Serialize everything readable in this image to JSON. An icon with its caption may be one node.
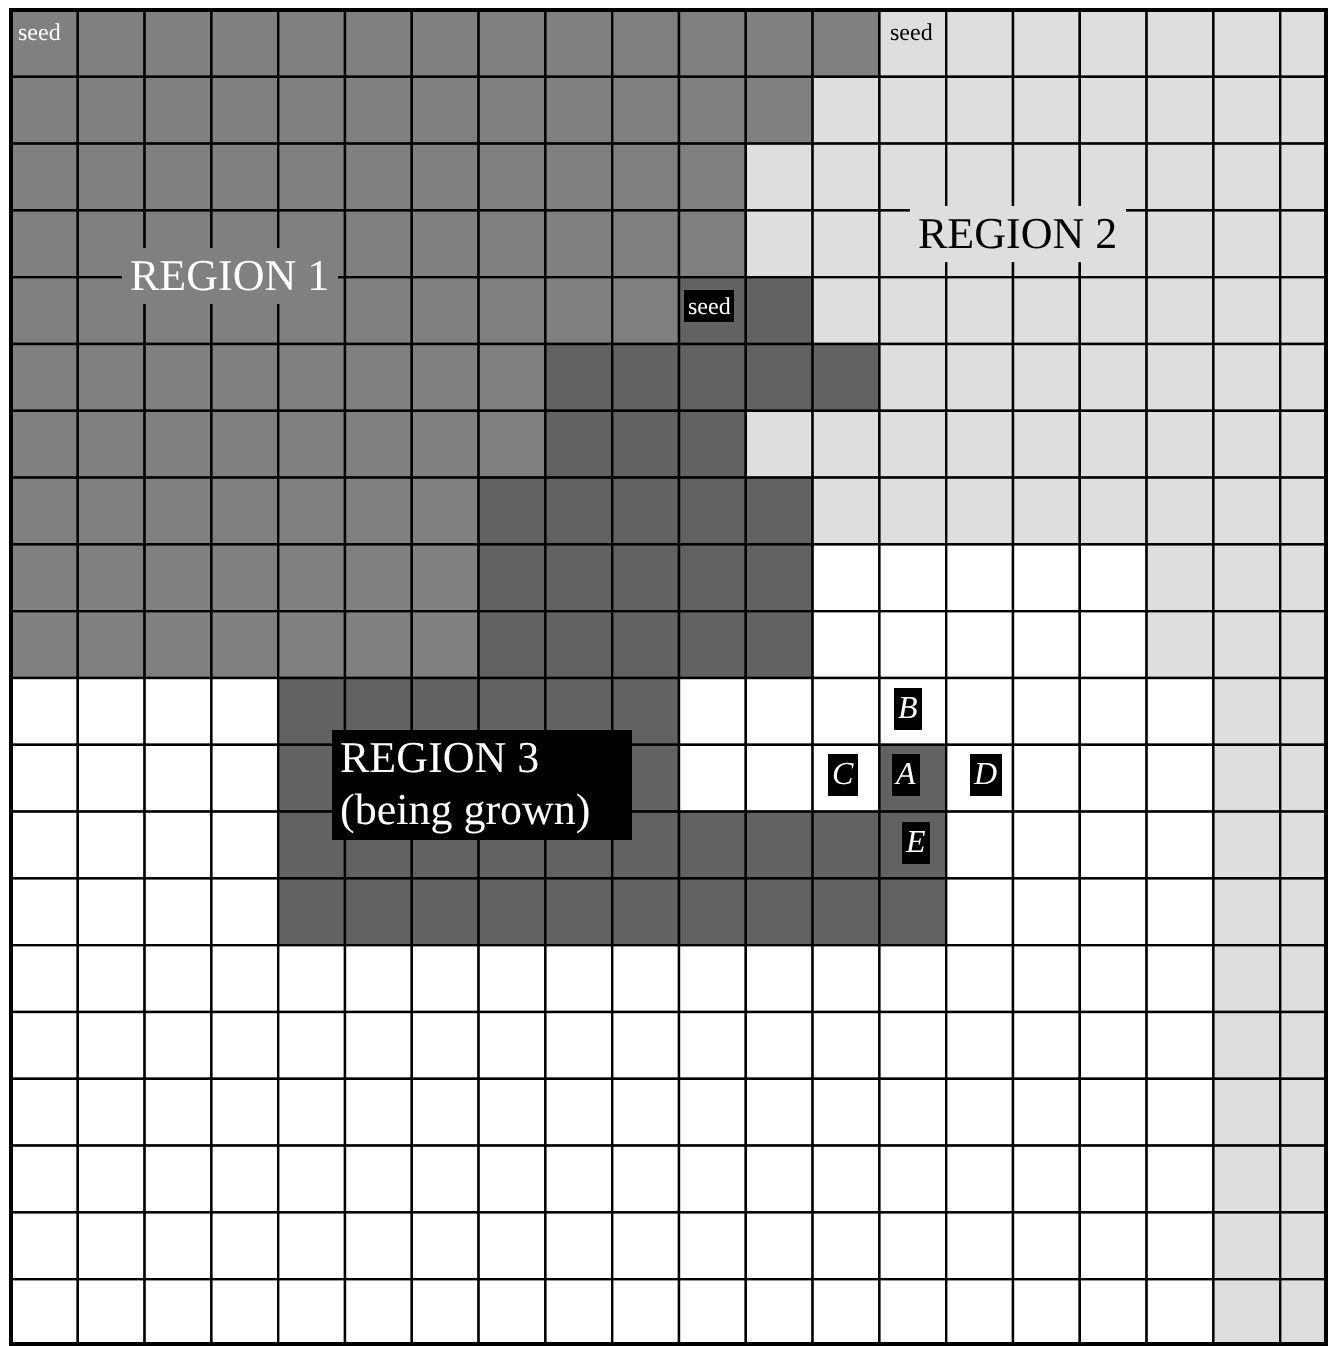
{
  "diagram": {
    "labels": [
      "seed",
      "seed",
      "REGION 2",
      "REGION 1",
      "seed",
      "B",
      "REGION 3 (being grown)",
      "C",
      "A",
      "D",
      "E"
    ]
  }
}
